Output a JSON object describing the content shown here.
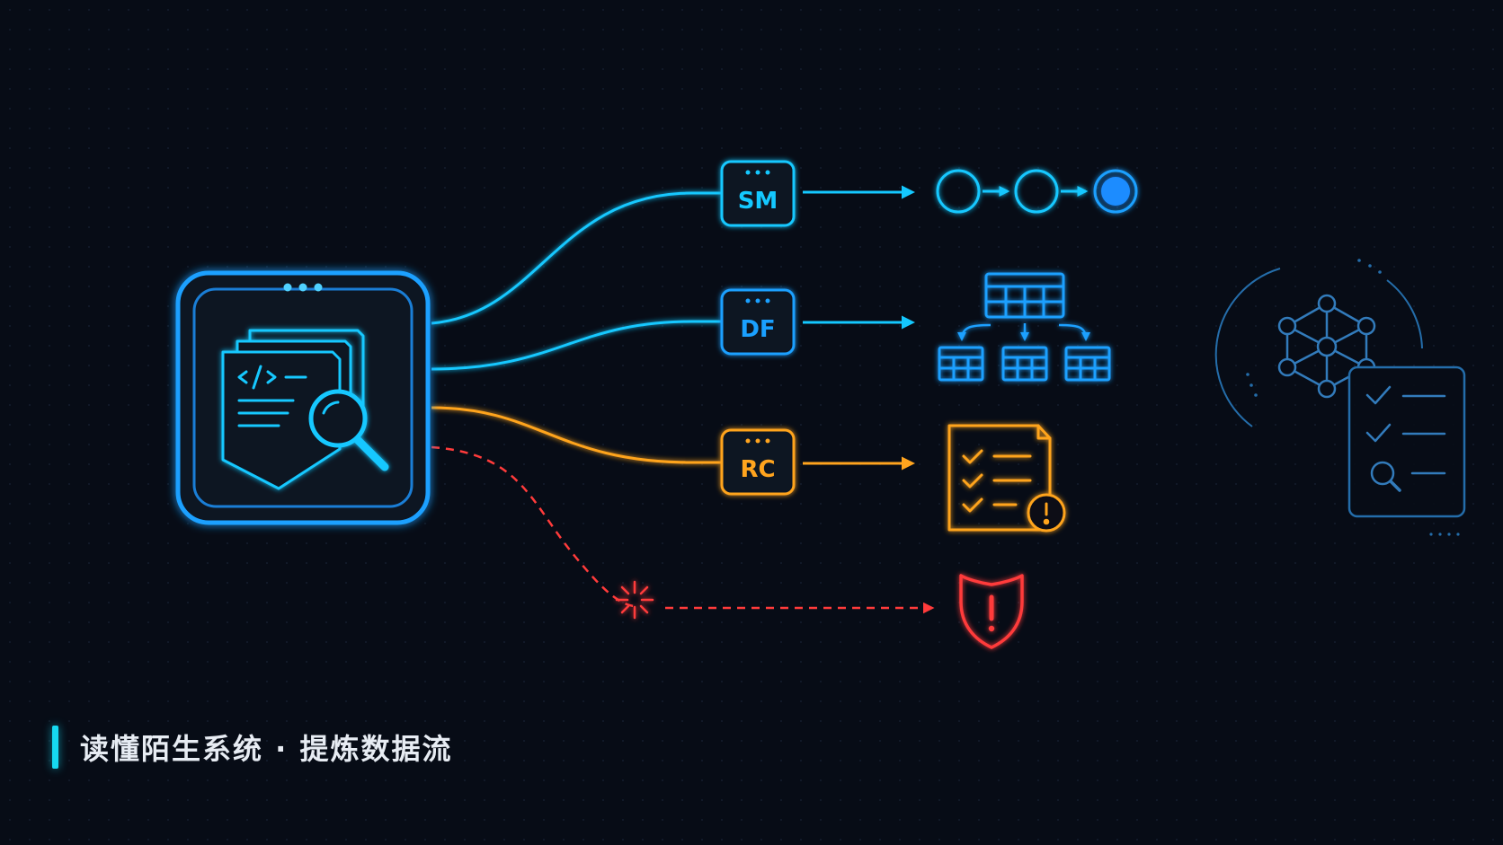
{
  "caption": "读懂陌生系统 · 提炼数据流",
  "nodes": [
    {
      "id": "sm",
      "label": "SM",
      "color": "#14c8ff"
    },
    {
      "id": "df",
      "label": "DF",
      "color": "#1aa0ff"
    },
    {
      "id": "rc",
      "label": "RC",
      "color": "#ffa41e"
    }
  ],
  "colors": {
    "background": "#070c16",
    "cyan": "#14c8ff",
    "blue": "#1aa0ff",
    "orange": "#ffa41e",
    "red": "#ff3b3b",
    "muted_blue": "#2a7fc4",
    "caption_bar": "#16d9f0"
  },
  "icons": [
    "source-code-scan-icon",
    "state-machine-icon",
    "table-hierarchy-icon",
    "checklist-warning-icon",
    "shield-alert-icon",
    "graph-checklist-icon"
  ]
}
